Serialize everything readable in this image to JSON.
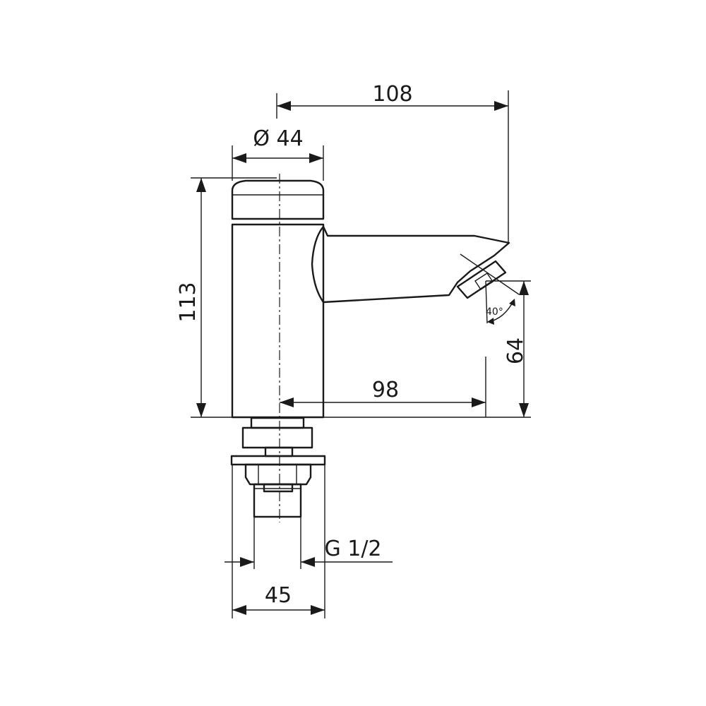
{
  "drawing": {
    "subject": "self-closing pillar tap",
    "dimensions": {
      "spout_reach": "108",
      "body_diameter": "Ø 44",
      "body_height": "113",
      "outlet_height": "64",
      "outlet_distance": "98",
      "thread": "G 1/2",
      "flange_width": "45",
      "spray_angle": "40°"
    }
  }
}
